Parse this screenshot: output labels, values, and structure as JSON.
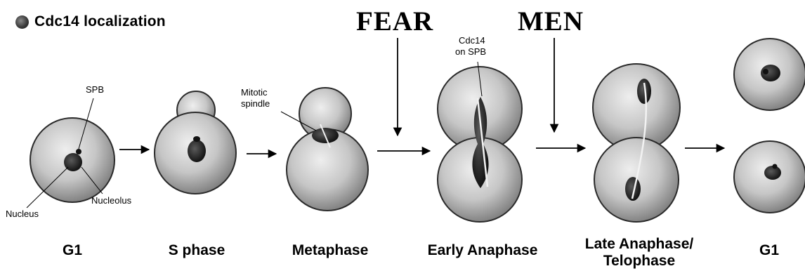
{
  "legend": {
    "label": "Cdc14 localization",
    "marker_color": "#3c3c3c"
  },
  "pathways": {
    "fear": "FEAR",
    "men": "MEN"
  },
  "phases": {
    "g1_start": "G1",
    "s_phase": "S phase",
    "metaphase": "Metaphase",
    "early_anaphase": "Early Anaphase",
    "late_anaphase_line1": "Late Anaphase/",
    "late_anaphase_line2": "Telophase",
    "g1_end": "G1"
  },
  "annotations": {
    "spb": "SPB",
    "nucleus": "Nucleus",
    "nucleolus": "Nucleolus",
    "mitotic_spindle_line1": "Mitotic",
    "mitotic_spindle_line2": "spindle",
    "cdc14_on_spb_line1": "Cdc14",
    "cdc14_on_spb_line2": "on SPB"
  },
  "colors": {
    "cell_fill": "#c9c9c9",
    "cell_edge": "#2a2a2a",
    "nucleus": "#222222",
    "spindle": "#f2f2f2"
  }
}
